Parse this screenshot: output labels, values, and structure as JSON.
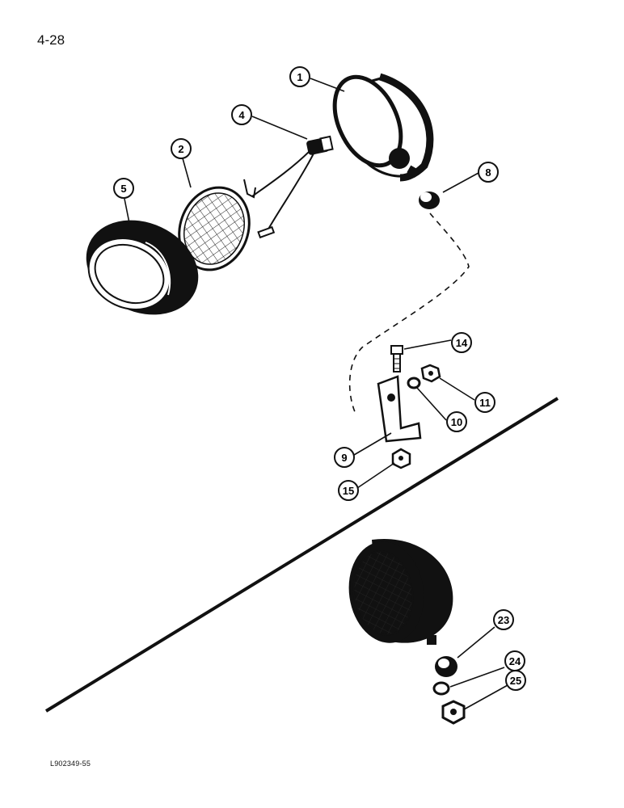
{
  "page": {
    "page_number": "4-28",
    "figure_code": "L902349-55"
  },
  "callouts": [
    {
      "id": "c1",
      "label": "1"
    },
    {
      "id": "c2",
      "label": "2"
    },
    {
      "id": "c4",
      "label": "4"
    },
    {
      "id": "c5",
      "label": "5"
    },
    {
      "id": "c8",
      "label": "8"
    },
    {
      "id": "c14",
      "label": "14"
    },
    {
      "id": "c11",
      "label": "11"
    },
    {
      "id": "c10",
      "label": "10"
    },
    {
      "id": "c9",
      "label": "9"
    },
    {
      "id": "c15",
      "label": "15"
    },
    {
      "id": "c23",
      "label": "23"
    },
    {
      "id": "c24",
      "label": "24"
    },
    {
      "id": "c25",
      "label": "25"
    }
  ],
  "colors": {
    "ink": "#111111",
    "background": "#ffffff"
  }
}
